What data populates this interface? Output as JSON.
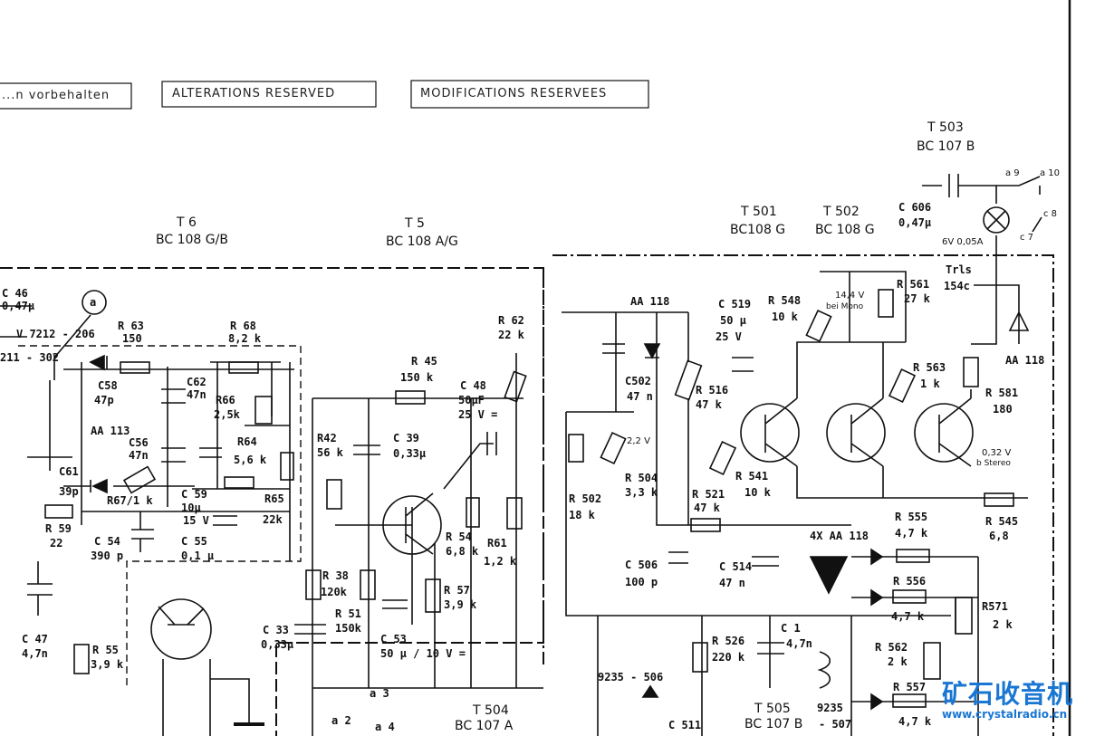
{
  "notices": [
    "...n vorbehalten",
    "ALTERATIONS RESERVED",
    "MODIFICATIONS RESERVEES"
  ],
  "transistors": {
    "t6": {
      "ref": "T 6",
      "type": "BC 108 G/B"
    },
    "t5": {
      "ref": "T 5",
      "type": "BC 108 A/G"
    },
    "t501": {
      "ref": "T 501",
      "type": "BC108 G"
    },
    "t502": {
      "ref": "T 502",
      "type": "BC 108 G"
    },
    "t503": {
      "ref": "T 503",
      "type": "BC 107 B"
    },
    "t504": {
      "ref": "T 504",
      "type": "BC 107 A"
    },
    "t505": {
      "ref": "T 505",
      "type": "BC 107 B"
    }
  },
  "labels": {
    "c46": "C 46",
    "c46v": "0,47µ",
    "v7212": "V 7212 - 206",
    "n211": "211 - 302",
    "r63": "R 63",
    "r63v": "150",
    "r68": "R 68",
    "r68v": "8,2 k",
    "c58": "C58",
    "c58v": "47p",
    "c62": "C62",
    "c62v": "47n",
    "r66": "R66",
    "r66v": "2,5k",
    "aa113": "AA 113",
    "c56": "C56",
    "c56v": "47n",
    "r64": "R64",
    "r64v": "5,6 k",
    "c61": "C61",
    "c61v": "39p",
    "r67": "R67/1 k",
    "c59": "C 59",
    "c59v": "10µ",
    "c59u": "15 V",
    "r65": "R65",
    "r65v": "22k",
    "r59": "R 59",
    "r59v": "22",
    "c54": "C 54",
    "c54v": "390 p",
    "c55": "C 55",
    "c55v": "0,1 µ",
    "c47": "C 47",
    "c47v": "4,7n",
    "r55": "R 55",
    "r55v": "3,9 k",
    "r45": "R 45",
    "r45v": "150 k",
    "r42": "R42",
    "r42v": "56 k",
    "c39": "C 39",
    "c39v": "0,33µ",
    "c48": "C 48",
    "c48v": "50µF",
    "c48u": "25 V =",
    "r62": "R 62",
    "r62v": "22 k",
    "r54": "R 54",
    "r54v": "6,8 k",
    "r61": "R61",
    "r61v": "1,2 k",
    "r57": "R 57",
    "r57v": "3,9 k",
    "r38": "R 38",
    "r38v": "120k",
    "r51": "R 51",
    "r51v": "150k",
    "c53": "C 53",
    "c53v": "50 µ / 10 V =",
    "c33": "C 33",
    "c33v": "0,33µ",
    "aa118a": "AA 118",
    "c502": "C502",
    "c502v": "47 n",
    "c519": "C 519",
    "c519v": "50 µ",
    "c519u": "25 V",
    "r548": "R 548",
    "r548v": "10 k",
    "v144": "14,4 V",
    "beiMono": "bei Mono",
    "r561": "R 561",
    "r561v": "27 k",
    "r516": "R 516",
    "r516v": "47 k",
    "v22": "2,2 V",
    "r504": "R 504",
    "r504v": "3,3 k",
    "r502": "R 502",
    "r502v": "18 k",
    "r521": "R 521",
    "r521v": "47 k",
    "r541": "R 541",
    "r541v": "10 k",
    "r563": "R 563",
    "r563v": "1 k",
    "r581": "R 581",
    "r581v": "180",
    "v032": "0,32 V",
    "bStereo": "b Stereo",
    "r545": "R 545",
    "r545v": "6,8",
    "c606": "C 606",
    "c606v": "0,47µ",
    "lamp": "6V 0,05A",
    "trls": "Trls",
    "trlsv": "154c",
    "aa118b": "AA 118",
    "a9": "a 9",
    "a10": "a 10",
    "c8": "c 8",
    "c7": "c 7",
    "c506": "C 506",
    "c506v": "100 p",
    "c514": "C 514",
    "c514v": "47 n",
    "aa118x4": "4X AA 118",
    "r555": "R 555",
    "r555v": "4,7 k",
    "r556": "R 556",
    "r556v": "4,7 k",
    "r571": "R571",
    "r571v": "2 k",
    "r562": "R 562",
    "r562v": "2 k",
    "r557": "R 557",
    "r557v": "4,7 k",
    "r526": "R 526",
    "r526v": "220 k",
    "c1": "C 1",
    "c1v": "4,7n",
    "coil1": "9235 - 506",
    "coil2": "9235",
    "coil2b": "- 507",
    "c511": "C 511",
    "a2": "a 2",
    "a3": "a 3",
    "a4": "a 4",
    "markA": "a"
  },
  "watermark": {
    "title": "矿石收音机",
    "url": "www.crystalradio.cn",
    "color": "#1976d2"
  }
}
